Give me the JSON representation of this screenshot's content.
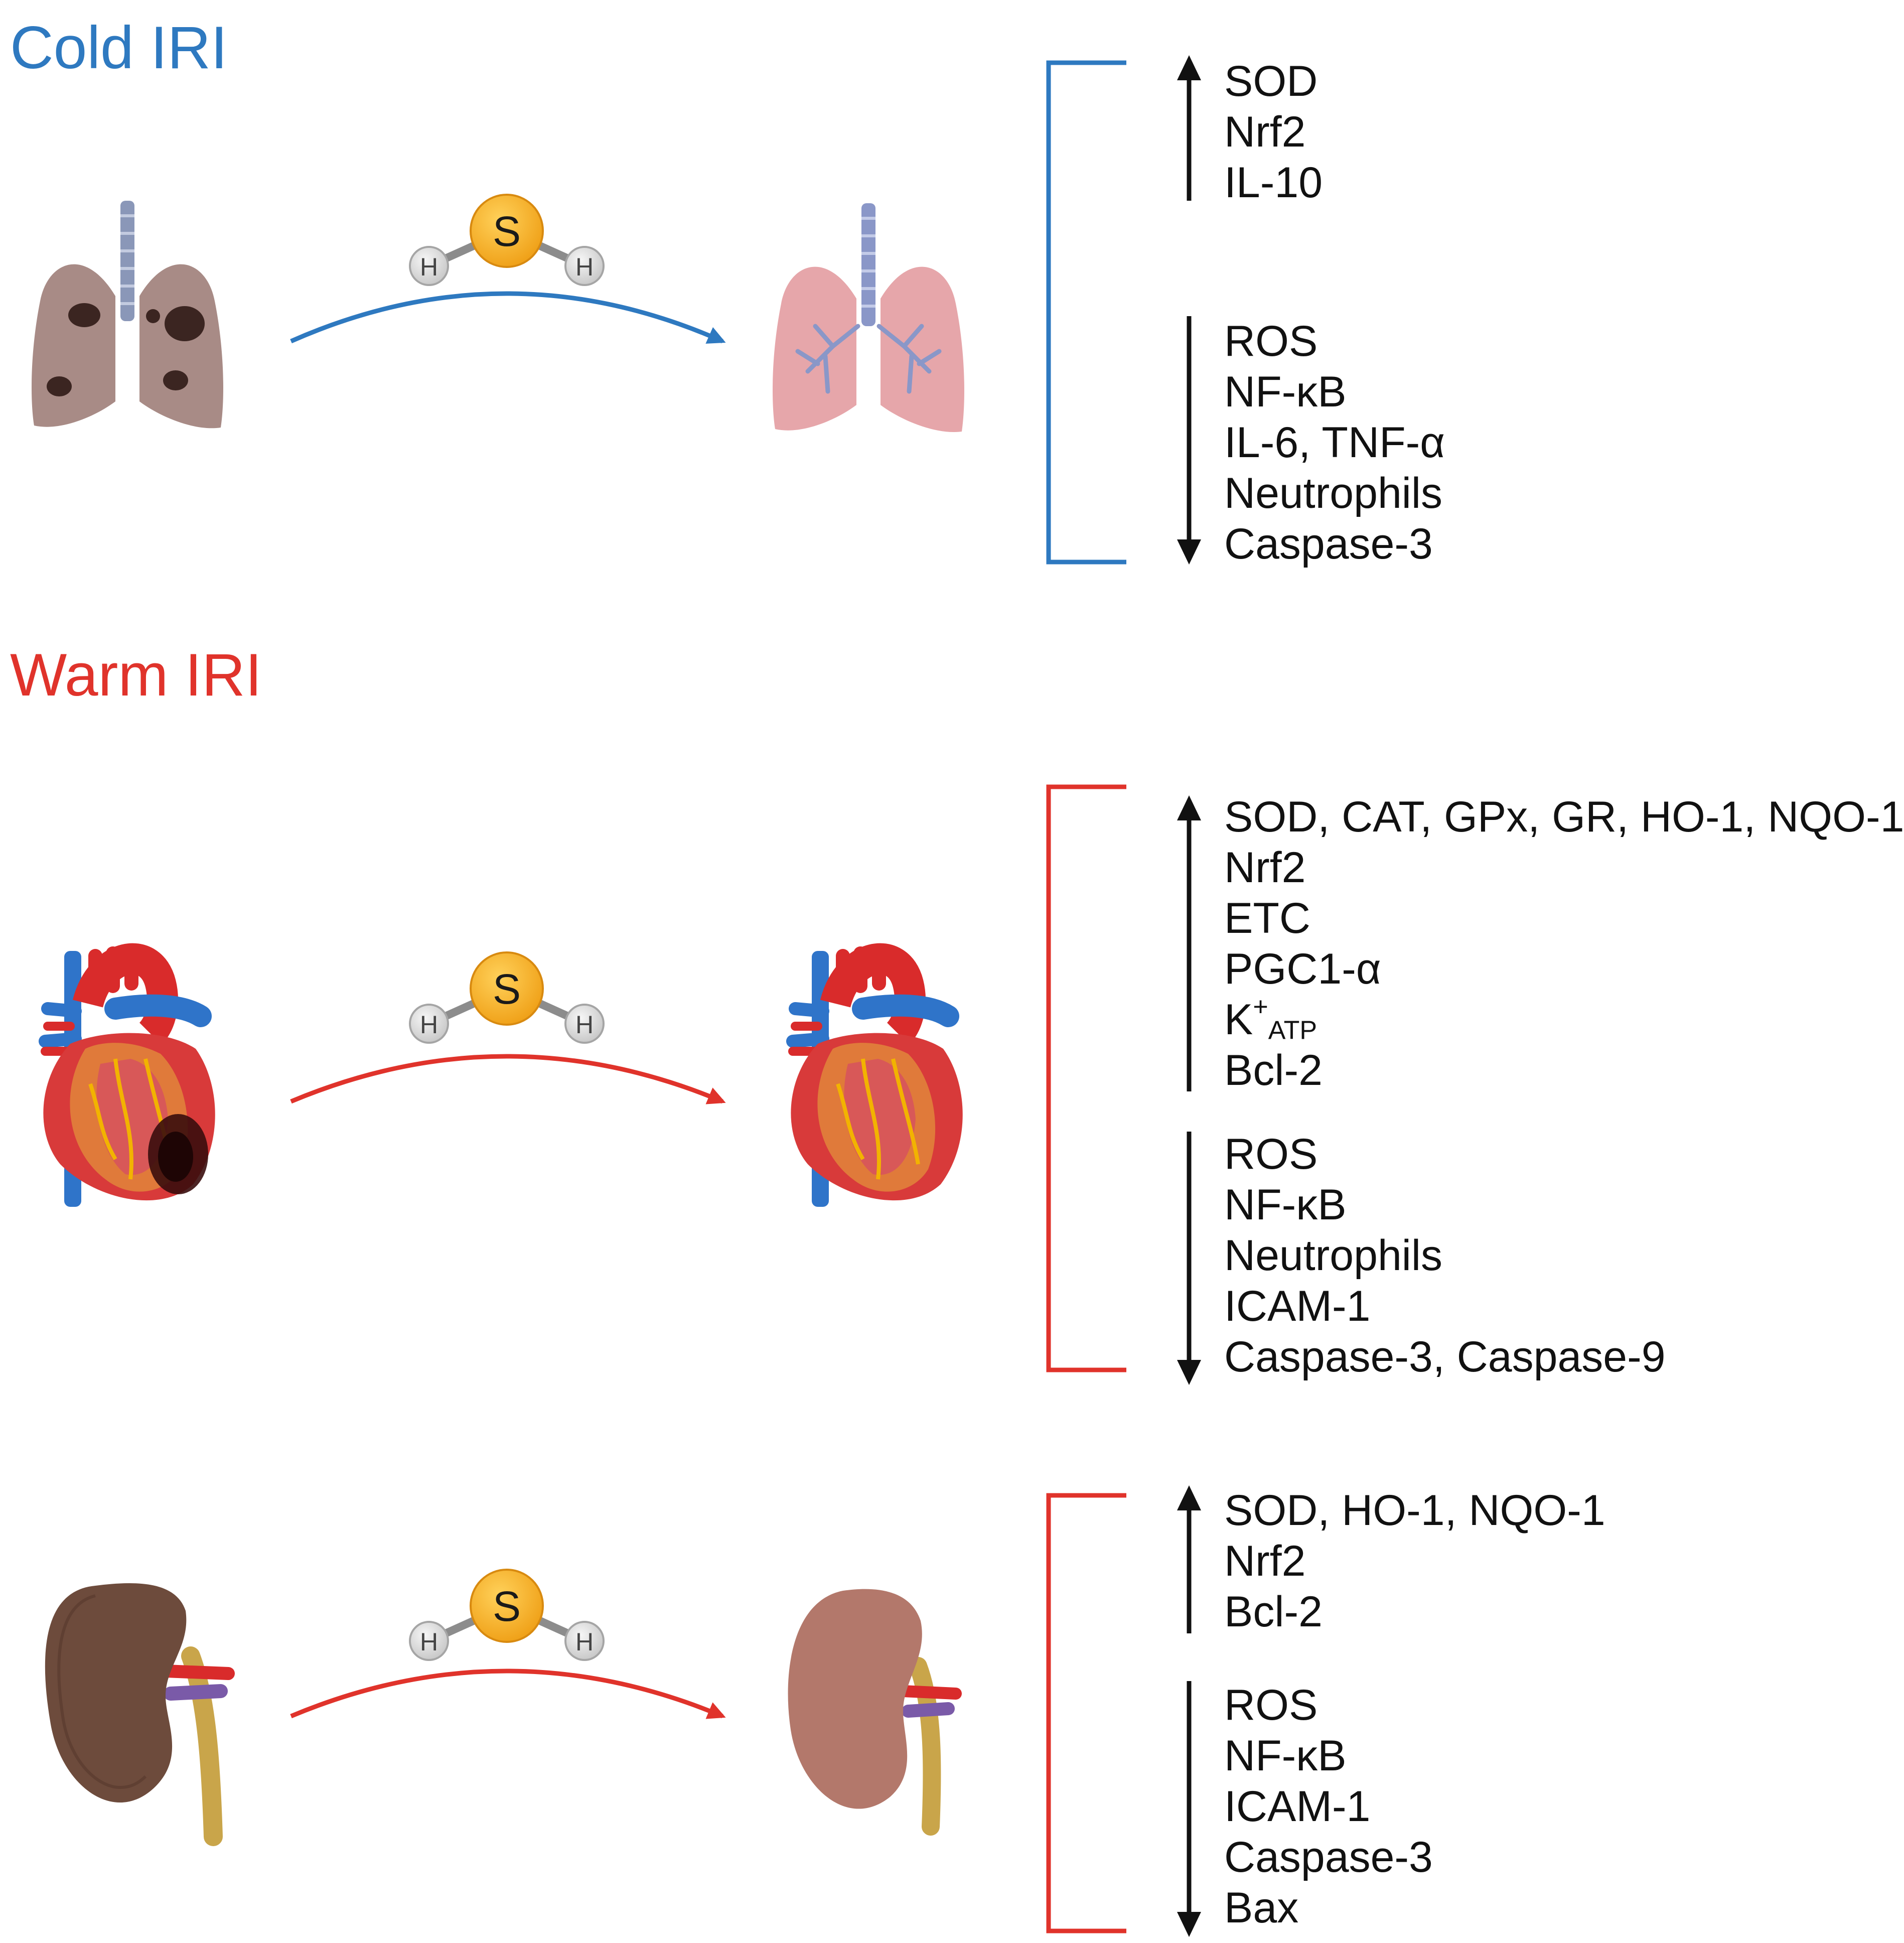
{
  "sections": {
    "cold": {
      "title": "Cold IRI",
      "color": "#2e79c0"
    },
    "warm": {
      "title": "Warm IRI",
      "color": "#e0332b"
    }
  },
  "molecule": {
    "center": "S",
    "left": "H",
    "right": "H",
    "center_color": "#f5a623",
    "h_color": "#d9d9d9"
  },
  "panels": [
    {
      "organ": "lung",
      "section": "cold",
      "arrow_color": "#2e79c0",
      "up": [
        "SOD",
        "Nrf2",
        "IL-10"
      ],
      "down": [
        "ROS",
        "NF-κB",
        "IL-6, TNF-α",
        "Neutrophils",
        "Caspase-3"
      ]
    },
    {
      "organ": "heart",
      "section": "warm",
      "arrow_color": "#e0332b",
      "up": [
        "SOD, CAT, GPx, GR, HO-1, NQO-1",
        "Nrf2",
        "ETC",
        "PGC1-α",
        "K_ATP",
        "Bcl-2"
      ],
      "k_atp": {
        "base": "K",
        "sup": "+",
        "sub": "ATP"
      },
      "down": [
        "ROS",
        "NF-κB",
        "Neutrophils",
        "ICAM-1",
        "Caspase-3, Caspase-9"
      ]
    },
    {
      "organ": "kidney",
      "section": "warm",
      "arrow_color": "#e0332b",
      "up": [
        "SOD, HO-1, NQO-1",
        "Nrf2",
        "Bcl-2"
      ],
      "down": [
        "ROS",
        "NF-κB",
        "ICAM-1",
        "Caspase-3",
        "Bax"
      ]
    }
  ]
}
